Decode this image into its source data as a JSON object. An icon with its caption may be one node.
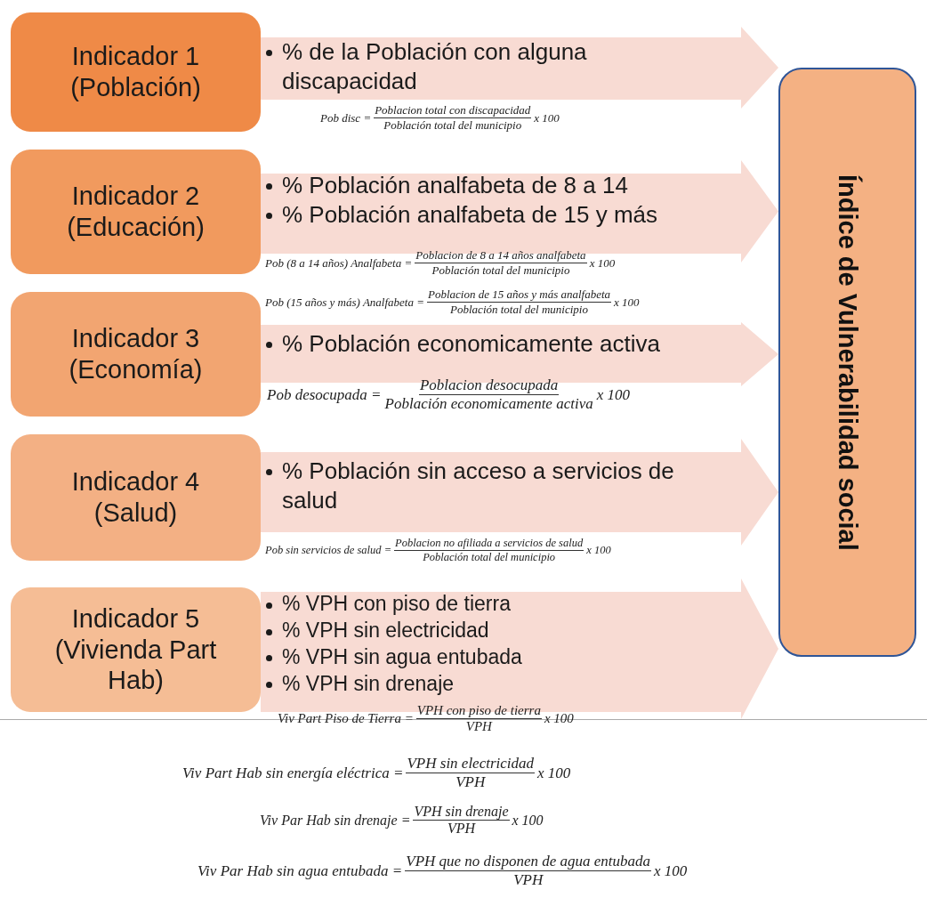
{
  "diagram": {
    "nodes": [
      {
        "text": [
          "Indicador 1",
          "(Población)"
        ]
      },
      {
        "text": [
          "% de la Población con alguna discapacidad"
        ]
      },
      {
        "text": [
          "Indicador 2",
          "(Educación)"
        ]
      },
      {
        "text": [
          "% Población analfabeta de 8 a 14",
          "% Población analfabeta de 15 y más"
        ]
      },
      {
        "text": [
          "Indicador 3",
          "(Economía)"
        ]
      },
      {
        "text": [
          "% Población economicamente activa"
        ]
      },
      {
        "text": [
          "Indicador 4",
          "(Salud)"
        ]
      },
      {
        "text": [
          "% Población sin acceso a servicios de salud"
        ]
      },
      {
        "text": [
          "Indicador 5",
          "(Vivienda Part Hab)"
        ]
      },
      {
        "text": [
          "% VPH con piso de tierra",
          "% VPH sin electricidad",
          "% VPH sin agua entubada",
          "% VPH sin drenaje"
        ]
      },
      {
        "text": [
          "Índice de Vulnerabilidad social"
        ]
      }
    ],
    "edges": [
      {
        "from": 0,
        "to": 10,
        "arrow": "to"
      },
      {
        "from": 2,
        "to": 10,
        "arrow": "to"
      },
      {
        "from": 4,
        "to": 10,
        "arrow": "to"
      },
      {
        "from": 6,
        "to": 10,
        "arrow": "to"
      },
      {
        "from": 8,
        "to": 10,
        "arrow": "to"
      }
    ],
    "labels": [
      "Pob disc =",
      "Poblacion total con discapacidad",
      "Población total del municipio",
      "x 100",
      "Pob (8 a 14 años) Analfabeta =",
      "Poblacion de 8 a 14 años analfabeta",
      "Población total del municipio",
      "x 100",
      "Pob (15 años y más) Analfabeta =",
      "Poblacion de 15 años y más analfabeta",
      "Población total del municipio",
      "x 100",
      "Pob desocupada =",
      "Poblacion desocupada",
      "Población economicamente activa",
      "x 100",
      "Pob sin servicios de salud =",
      "Poblacion no afiliada a servicios de salud",
      "Población total del municipio",
      "x 100",
      "Viv Part Piso de Tierra =",
      "VPH con piso de tierra",
      "VPH",
      "x 100",
      "Viv Part Hab sin energía eléctrica =",
      "VPH sin electricidad",
      "VPH",
      "x 100",
      "Viv Par Hab sin drenaje =",
      "VPH sin drenaje",
      "VPH",
      "x 100",
      "Viv Par Hab sin agua entubada =",
      "VPH que no disponen de agua entubada",
      "VPH",
      "x 100"
    ]
  }
}
